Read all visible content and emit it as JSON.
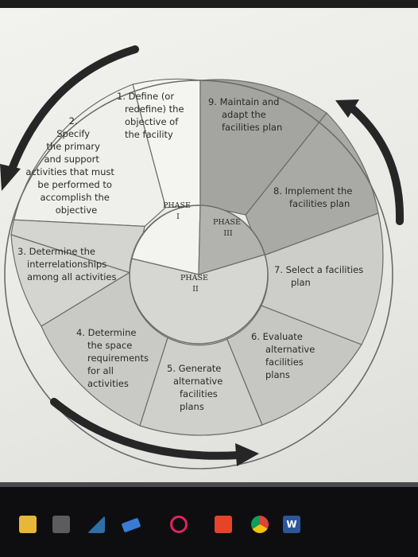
{
  "diagram": {
    "phases": {
      "phase1": [
        "PHASE",
        "I"
      ],
      "phase2": [
        "PHASE",
        "II"
      ],
      "phase3": [
        "PHASE",
        "III"
      ]
    },
    "steps": {
      "s1": [
        "1. Define (or",
        "redefine) the",
        "objective of",
        "the facility"
      ],
      "s2": [
        "2.",
        "Specify",
        "the primary",
        "and support",
        "activities that must",
        "be performed to",
        "accomplish the",
        "objective"
      ],
      "s3": [
        "3. Determine the",
        "interrelationships",
        "among all activities"
      ],
      "s4": [
        "4. Determine",
        "the space",
        "requirements",
        "for all",
        "activities"
      ],
      "s5": [
        "5. Generate",
        "alternative",
        "facilities",
        "plans"
      ],
      "s6": [
        "6. Evaluate",
        "alternative",
        "facilities",
        "plans"
      ],
      "s7": [
        "7. Select a facilities",
        "plan"
      ],
      "s8": [
        "8. Implement the",
        "facilities plan"
      ],
      "s9": [
        "9. Maintain and",
        "adapt the",
        "facilities plan"
      ]
    },
    "colors": {
      "phase1": "#f4f4f1",
      "phase2": "#c9c9c6",
      "phase3": "#a9a9a6",
      "ring": "#6b6b6b",
      "arrow": "#262626"
    }
  },
  "taskbar": {
    "icons": [
      "file-explorer-icon",
      "calculator-icon",
      "mail-icon",
      "arrow-icon",
      "record-icon",
      "office-icon",
      "chrome-icon",
      "word-icon"
    ],
    "word_label": "W"
  }
}
